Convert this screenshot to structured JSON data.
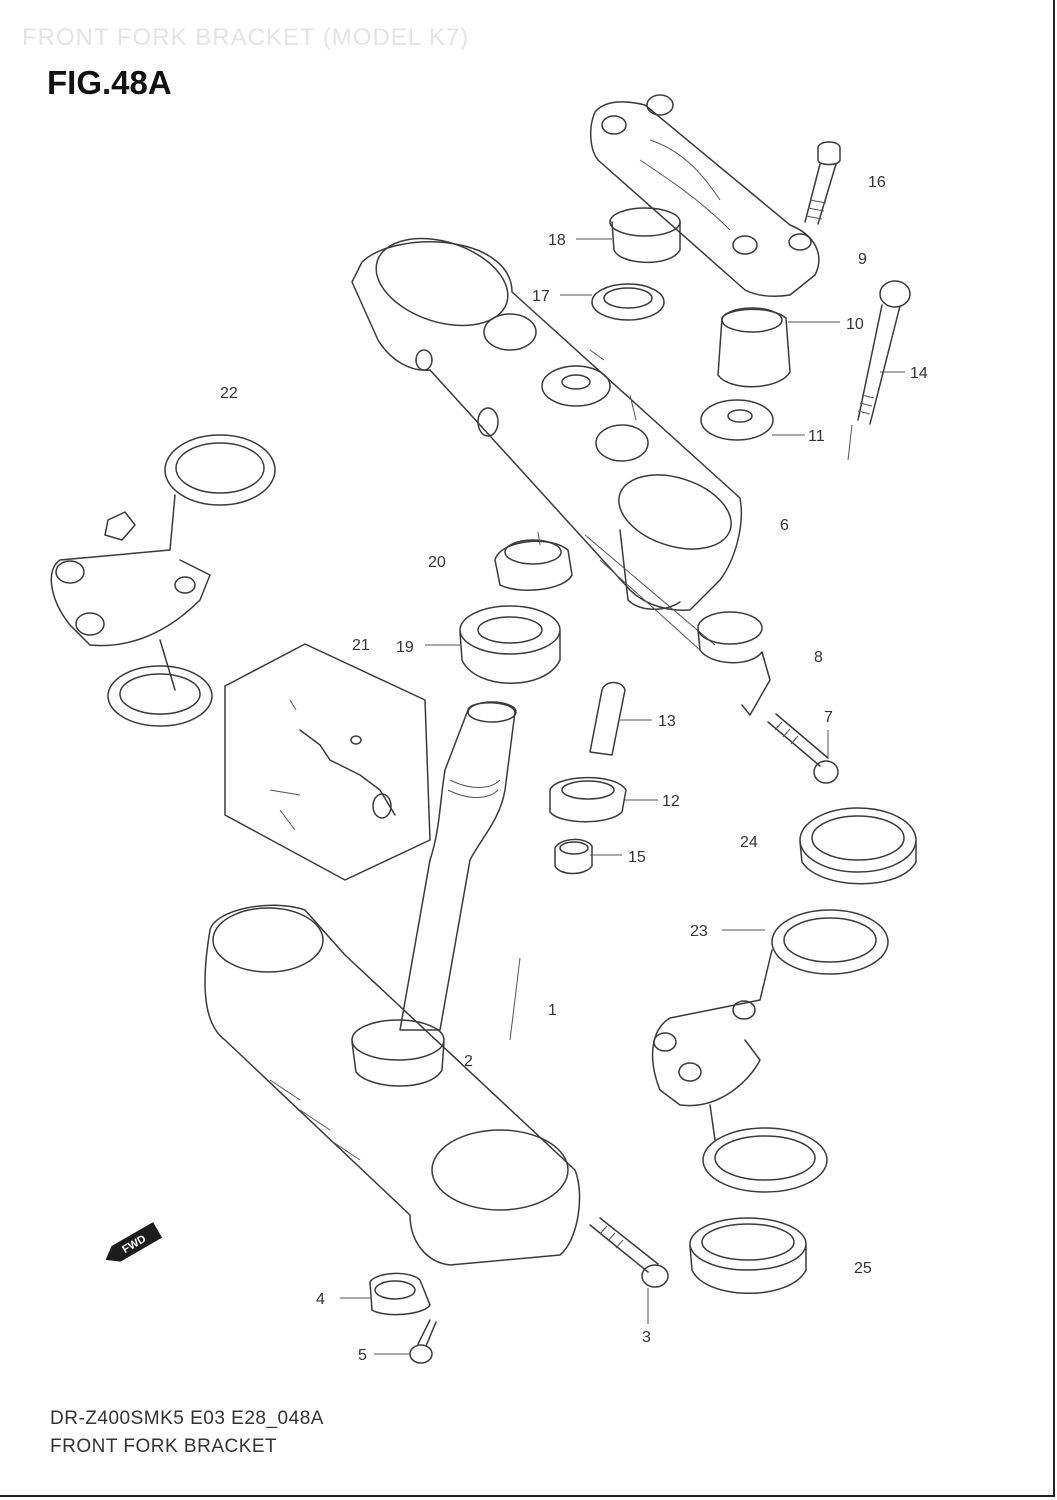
{
  "header": {
    "faded_title": "FRONT FORK BRACKET (MODEL K7)",
    "fig_label": "FIG.48A"
  },
  "footer": {
    "code": "DR-Z400SMK5 E03 E28_048A",
    "name": "FRONT FORK BRACKET"
  },
  "diagram": {
    "fwd_badge": "FWD",
    "callouts": [
      "1",
      "2",
      "3",
      "4",
      "5",
      "6",
      "7",
      "8",
      "9",
      "10",
      "11",
      "12",
      "13",
      "14",
      "15",
      "16",
      "17",
      "18",
      "19",
      "20",
      "21",
      "22",
      "23",
      "24",
      "25"
    ]
  }
}
